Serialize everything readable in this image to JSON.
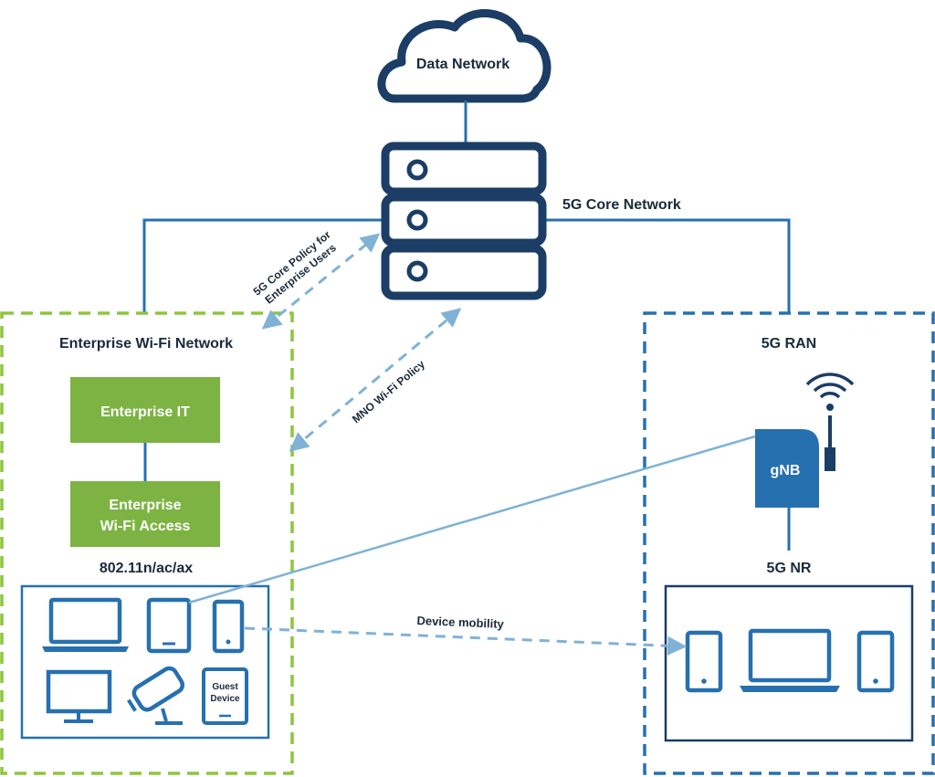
{
  "labels": {
    "data_network": "Data Network",
    "core_network": "5G Core Network",
    "enterprise_wifi_network": "Enterprise Wi-Fi Network",
    "enterprise_it": "Enterprise IT",
    "enterprise_wifi_access_line1": "Enterprise",
    "enterprise_wifi_access_line2": "Wi-Fi Access",
    "wifi_standard": "802.11n/ac/ax",
    "ran": "5G RAN",
    "gnb": "gNB",
    "nr": "5G NR",
    "policy_enterprise_line1": "5G Core Policy for",
    "policy_enterprise_line2": "Enterprise Users",
    "policy_mno": "MNO Wi-Fi Policy",
    "device_mobility": "Device mobility",
    "guest_device_line1": "Guest",
    "guest_device_line2": "Device"
  },
  "colors": {
    "navy": "#1b3d66",
    "green": "#7cb342",
    "green_dash": "#8cc63f",
    "blue": "#2670b0",
    "light_blue": "#7fb2d6",
    "text": "#1a2a3a"
  }
}
